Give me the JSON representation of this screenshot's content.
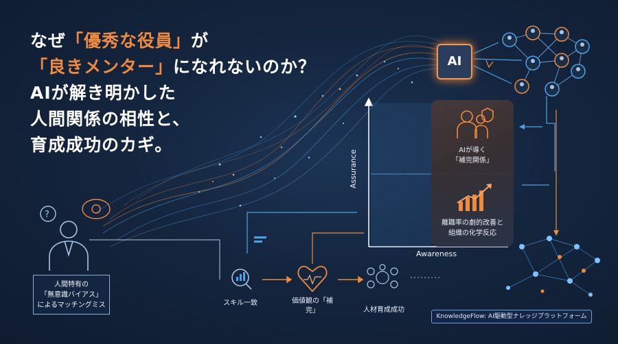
{
  "title": {
    "line1_a": "なぜ",
    "line1_hl": "「優秀な役員」",
    "line1_b": "が",
    "line2_hl": "「良きメンター」",
    "line2_b": "になれないのか？",
    "line3": "AIが解き明かした",
    "line4": "人間関係の相性と、",
    "line5": "育成成功のカギ。"
  },
  "problem_box": {
    "line1": "人間特有の",
    "line2": "「無意識バイアス」",
    "line3": "によるマッチングミス"
  },
  "flow_steps": [
    {
      "label": "スキル一致",
      "icon": "magnifier-chart-icon"
    },
    {
      "label": "価値観の「補完」",
      "icon": "heart-brain-icon"
    },
    {
      "label": "人材育成成功",
      "icon": "people-network-icon"
    }
  ],
  "matrix": {
    "x_axis": "Awareness",
    "y_axis": "Assurance",
    "top_label_1": "AIが導く",
    "top_label_2": "「補完関係」",
    "bottom_label_1": "離職率の劇的改善と",
    "bottom_label_2": "組織の化学反応"
  },
  "ai_chip": "AI",
  "platform_label": "KnowledgeFlow: AI駆動型ナレッジプラットフォーム",
  "colors": {
    "accent_orange": "#f08a3c",
    "accent_blue": "#4aa3e8",
    "background": "#14253e"
  }
}
